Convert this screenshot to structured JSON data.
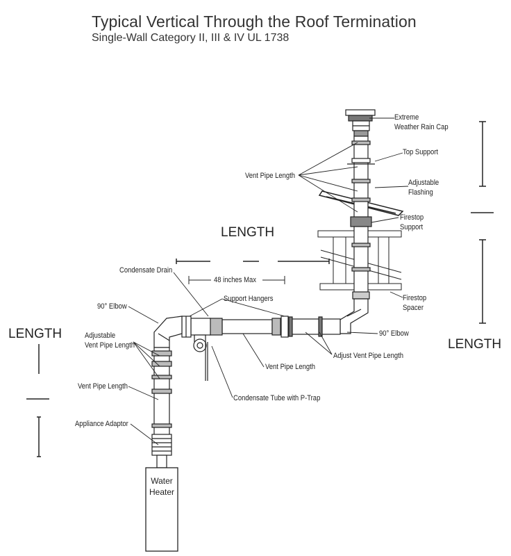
{
  "title": "Typical Vertical Through the Roof Termination",
  "subtitle": "Single-Wall Category II, III & IV UL 1738",
  "length_labels": {
    "horizontal": "LENGTH",
    "left_vertical": "LENGTH",
    "right_vertical": "LENGTH"
  },
  "labels": {
    "rain_cap": "Extreme\nWeather Rain Cap",
    "top_support": "Top Support",
    "adjustable_flashing": "Adjustable\nFlashing",
    "vent_pipe_length_top": "Vent Pipe Length",
    "firestop_support": "Firestop\nSupport",
    "firestop_spacer": "Firestop\nSpacer",
    "elbow_right": "90° Elbow",
    "condensate_drain": "Condensate Drain",
    "max_48": "48 inches Max",
    "support_hangers": "Support Hangers",
    "elbow_left": "90° Elbow",
    "adjustable_vent": "Adjustable\nVent Pipe Length",
    "vent_pipe_length_mid": "Vent Pipe Length",
    "adjust_vent_pipe_length": "Adjust Vent Pipe Length",
    "vent_pipe_length_left": "Vent Pipe Length",
    "condensate_tube": "Condensate Tube with P-Trap",
    "appliance_adaptor": "Appliance Adaptor",
    "water_heater": "Water\nHeater"
  }
}
